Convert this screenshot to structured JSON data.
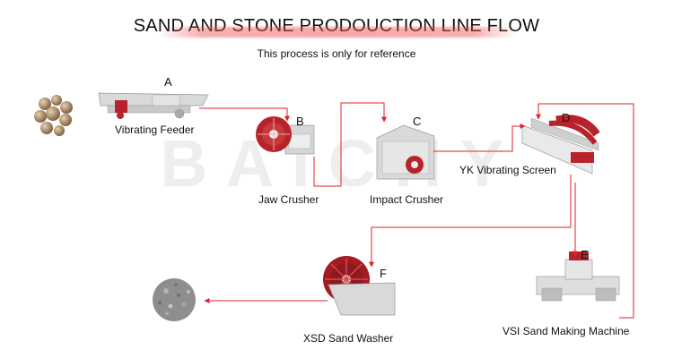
{
  "title": "SAND AND STONE PRODOUCTION LINE FLOW",
  "subtitle": "This process is only for reference",
  "watermark": "BAICHY",
  "colors": {
    "arrow": "#e0222a",
    "machine_red": "#b8222a",
    "machine_gray": "#c9c9c9"
  },
  "nodes": [
    {
      "letter": "A",
      "label": "Vibrating Feeder",
      "icon": "vibrating-feeder-icon"
    },
    {
      "letter": "B",
      "label": "Jaw Crusher",
      "icon": "jaw-crusher-icon"
    },
    {
      "letter": "C",
      "label": "Impact Crusher",
      "icon": "impact-crusher-icon"
    },
    {
      "letter": "D",
      "label": "YK Vibrating Screen",
      "icon": "vibrating-screen-icon"
    },
    {
      "letter": "E",
      "label": "VSI Sand Making Machine",
      "icon": "vsi-sand-maker-icon"
    },
    {
      "letter": "F",
      "label": "XSD Sand Washer",
      "icon": "sand-washer-icon"
    }
  ],
  "inputs": {
    "raw_stone_icon": "raw-stone-icon",
    "sand_output_icon": "sand-pile-icon"
  }
}
